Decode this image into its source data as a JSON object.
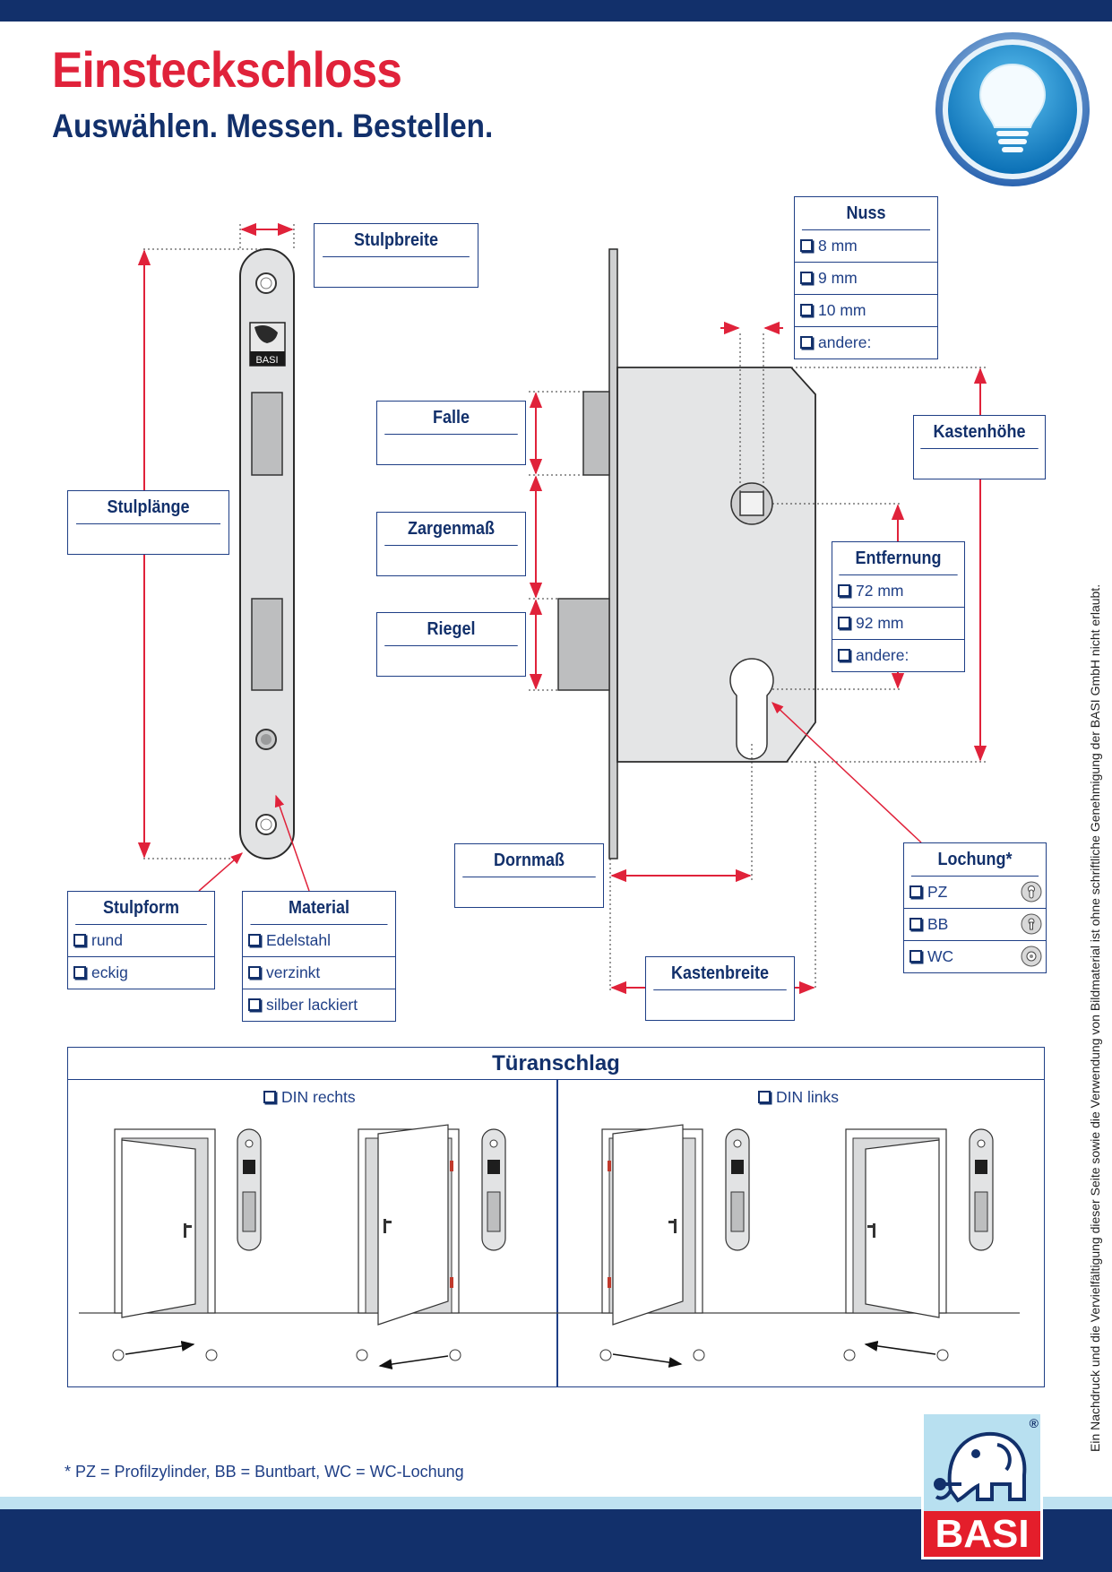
{
  "header": {
    "title": "Einsteckschloss",
    "subtitle": "Auswählen. Messen. Bestellen."
  },
  "labels": {
    "stulpbreite": "Stulpbreite",
    "stulplaenge": "Stulplänge",
    "falle": "Falle",
    "zargenmass": "Zargenmaß",
    "riegel": "Riegel",
    "kastenhoehe": "Kastenhöhe",
    "dornmass": "Dornmaß",
    "kastenbreite": "Kastenbreite"
  },
  "strike_plate_logo_text": "BASI",
  "nuss": {
    "title": "Nuss",
    "options": [
      "8 mm",
      "9 mm",
      "10 mm",
      "andere:"
    ]
  },
  "entfernung": {
    "title": "Entfernung",
    "options": [
      "72 mm",
      "92 mm",
      "andere:"
    ]
  },
  "lochung": {
    "title": "Lochung*",
    "options": [
      "PZ",
      "BB",
      "WC"
    ],
    "icons": [
      "profile-cylinder-keyhole-icon",
      "bit-key-keyhole-icon",
      "wc-lock-icon"
    ]
  },
  "stulpform": {
    "title": "Stulpform",
    "options": [
      "rund",
      "eckig"
    ]
  },
  "material": {
    "title": "Material",
    "options": [
      "Edelstahl",
      "verzinkt",
      "silber lackiert"
    ]
  },
  "tueranschlag": {
    "title": "Türanschlag",
    "options": [
      "DIN rechts",
      "DIN links"
    ]
  },
  "footnote": "*  PZ = Profilzylinder, BB = Buntbart, WC = WC-Lochung",
  "copyright_note": "Ein Nachdruck und die Vervielfältigung dieser Seite sowie die Verwendung von Bildmaterial ist ohne schriftliche Genehmigung der BASI GmbH nicht erlaubt.",
  "logo": {
    "text": "BASI",
    "registered": "®"
  },
  "colors": {
    "brand_red": "#e0223a",
    "brand_blue": "#12306b",
    "light_blue": "#bfe2f1",
    "dimension_red": "#e0223a"
  }
}
